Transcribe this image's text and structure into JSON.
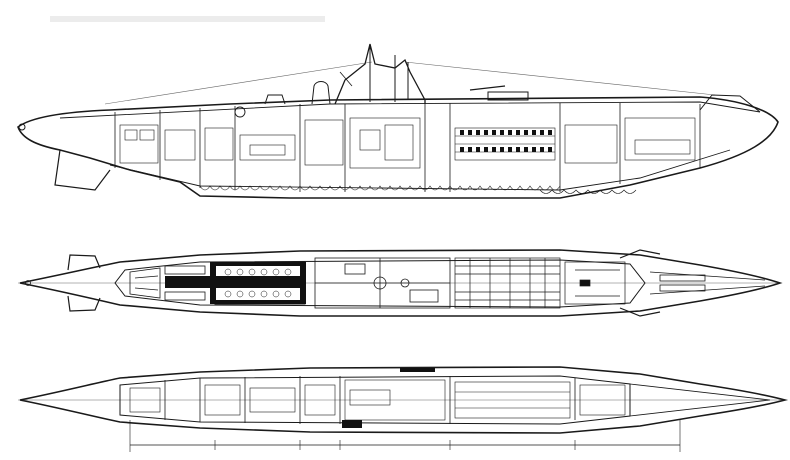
{
  "drawing": {
    "subject": "submarine-general-arrangement",
    "views": [
      {
        "key": "side",
        "label": ""
      },
      {
        "key": "deck",
        "label": ""
      },
      {
        "key": "hull",
        "label": ""
      }
    ],
    "colors": {
      "ink": "#1a1a1a",
      "paper": "#ffffff",
      "solid": "#111111"
    }
  }
}
